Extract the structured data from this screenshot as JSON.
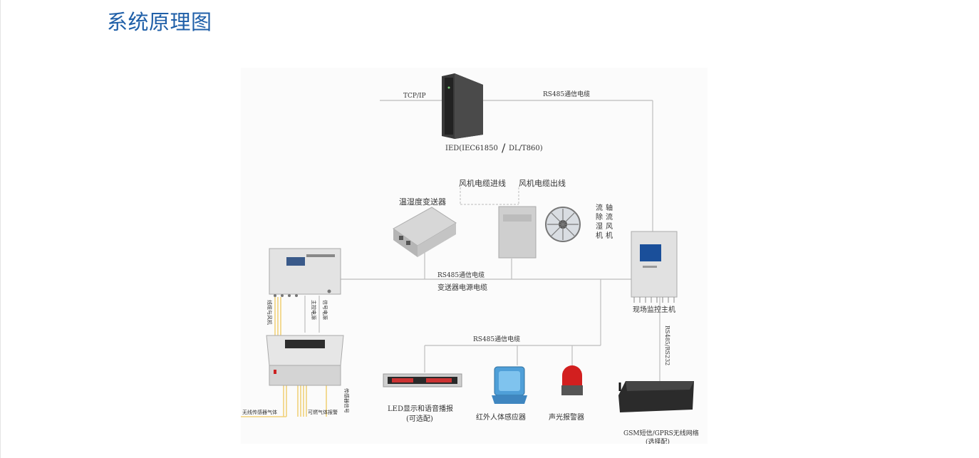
{
  "header": {
    "title": "系统原理图"
  },
  "diagram": {
    "tcp_ip": "TCP/IP",
    "rs485_cable_top": "RS485通信电缆",
    "ied": "IED(IEC61850",
    "ied2": "DL/T860)",
    "fan_in": "风机电缆进线",
    "fan_out": "风机电缆出线",
    "transmitter": "温湿度变送器",
    "fan_v1": "轴",
    "fan_v2": "流",
    "fan_v3": "风",
    "fan_v4": "机",
    "fan_v5": "流",
    "fan_v6": "除",
    "fan_v7": "湿",
    "fan_v8": "机",
    "rs485_cable_mid": "RS485通信电缆",
    "power_cable": "变送器电源电缆",
    "host": "现场监控主机",
    "rs485_cable_bottom": "RS485通信电缆",
    "rs485_rs232": "RS485/RS232",
    "led": "LED显示和语音播报",
    "led_opt": "(可选配)",
    "ir": "红外人体感应器",
    "alarm": "声光报警器",
    "gsm": "GSM短信/GPRS无线网络",
    "gsm_opt": "(选择配)",
    "left_v1": "线缆与风机",
    "left_v2": "主控电源",
    "left_v3": "信号电源",
    "bottom_l1": "无线传感器气体",
    "bottom_l2": "可燃气体报警",
    "bottom_l3": "传感器信号"
  }
}
